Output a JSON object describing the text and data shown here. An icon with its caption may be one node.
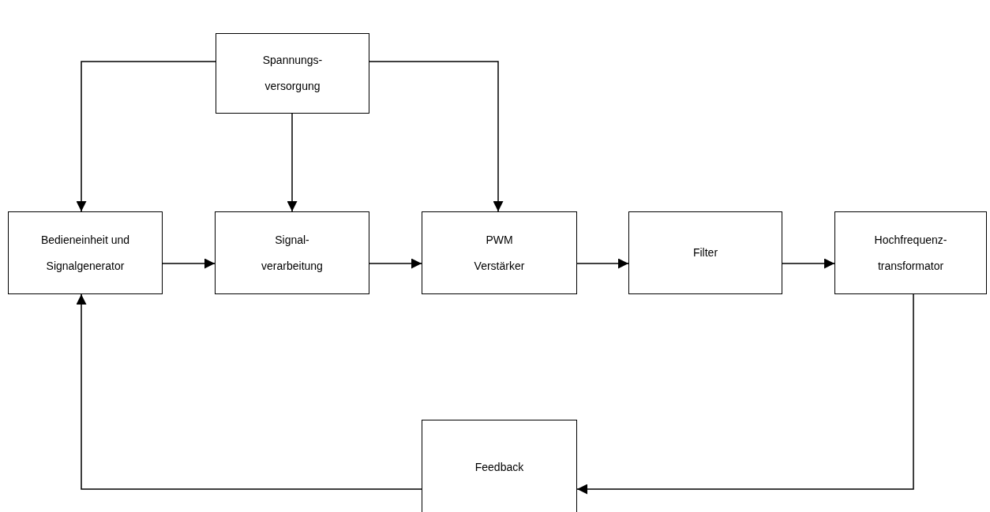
{
  "diagram": {
    "nodes": [
      {
        "text": [
          "Spannungs- versorgung"
        ]
      },
      {
        "text": [
          "Bedieneinheit und Signalgenerator"
        ]
      },
      {
        "text": [
          "Signal- verarbeitung"
        ]
      },
      {
        "text": [
          "PWM Verstärker"
        ]
      },
      {
        "text": [
          "Filter"
        ]
      },
      {
        "text": [
          "Hochfrequenz- transformator"
        ]
      },
      {
        "text": [
          "Feedback"
        ]
      }
    ],
    "edges": [
      {
        "from": 0,
        "to": 1,
        "arrow": "to"
      },
      {
        "from": 0,
        "to": 2,
        "arrow": "to"
      },
      {
        "from": 0,
        "to": 3,
        "arrow": "to"
      },
      {
        "from": 1,
        "to": 2,
        "arrow": "to"
      },
      {
        "from": 2,
        "to": 3,
        "arrow": "to"
      },
      {
        "from": 3,
        "to": 4,
        "arrow": "to"
      },
      {
        "from": 4,
        "to": 5,
        "arrow": "to"
      },
      {
        "from": 5,
        "to": 6,
        "arrow": "to"
      },
      {
        "from": 6,
        "to": 1,
        "arrow": "to"
      }
    ]
  }
}
